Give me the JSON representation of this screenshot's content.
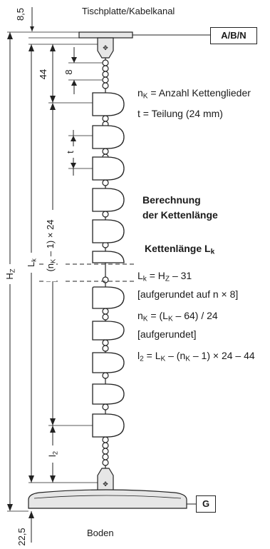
{
  "top_label": "Tischplatte/Kabelkanal",
  "bottom_label": "Boden",
  "box_top": "A/B/N",
  "box_bottom": "G",
  "dims": {
    "d85": "8,5",
    "d44": "44",
    "d8": "8",
    "dt": "t",
    "nk_a": "(n",
    "nk_sub": "K",
    "nk_b": " – 1) × 24",
    "hz": "H",
    "hz_sub": "Z",
    "lk": "L",
    "lk_sub": "k",
    "l2": "l",
    "l2_sub": "2",
    "d225": "22,5"
  },
  "legend": {
    "nk_a": "n",
    "nk_sub": "K",
    "nk_b": " = Anzahl Kettenglieder",
    "t_line": "t  = Teilung (24 mm)"
  },
  "calc": {
    "title1": "Berechnung",
    "title2": "der Kettenlänge",
    "band_a": "Kettenlänge L",
    "band_sub": "k"
  },
  "formulas": {
    "f1_a": "L",
    "f1_sub1": "k",
    "f1_b": " = H",
    "f1_sub2": "Z",
    "f1_c": " – 31",
    "f1_note": "[aufgerundet auf n × 8]",
    "f2_a": "n",
    "f2_sub1": "K",
    "f2_b": " = (L",
    "f2_sub2": "K",
    "f2_c": " – 64) / 24",
    "f2_note": "[aufgerundet]",
    "f3_a": "l",
    "f3_sub1": "2",
    "f3_b": " = L",
    "f3_sub2": "K",
    "f3_c": " – (n",
    "f3_sub3": "K",
    "f3_d": " – 1) × 24 – 44"
  },
  "colors": {
    "band": "#ffffff",
    "line": "#222222",
    "shade": "#e6e6e6"
  }
}
